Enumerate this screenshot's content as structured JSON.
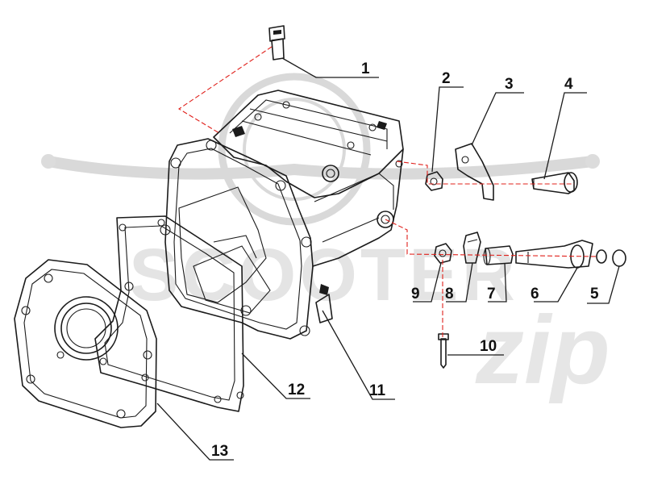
{
  "diagram": {
    "callouts": [
      {
        "id": "callout-1",
        "label": "1"
      },
      {
        "id": "callout-2",
        "label": "2"
      },
      {
        "id": "callout-3",
        "label": "3"
      },
      {
        "id": "callout-4",
        "label": "4"
      },
      {
        "id": "callout-5",
        "label": "5"
      },
      {
        "id": "callout-6",
        "label": "6"
      },
      {
        "id": "callout-7",
        "label": "7"
      },
      {
        "id": "callout-8",
        "label": "8"
      },
      {
        "id": "callout-9",
        "label": "9"
      },
      {
        "id": "callout-10",
        "label": "10"
      },
      {
        "id": "callout-11",
        "label": "11"
      },
      {
        "id": "callout-12",
        "label": "12"
      },
      {
        "id": "callout-13",
        "label": "13"
      }
    ]
  },
  "watermark": {
    "brand_text": "SCOOTER",
    "script_text": "zip"
  },
  "colors": {
    "line": "#1b1b1b",
    "center_line": "#e0201b",
    "watermark": "#d9d9d9",
    "background": "#ffffff"
  }
}
